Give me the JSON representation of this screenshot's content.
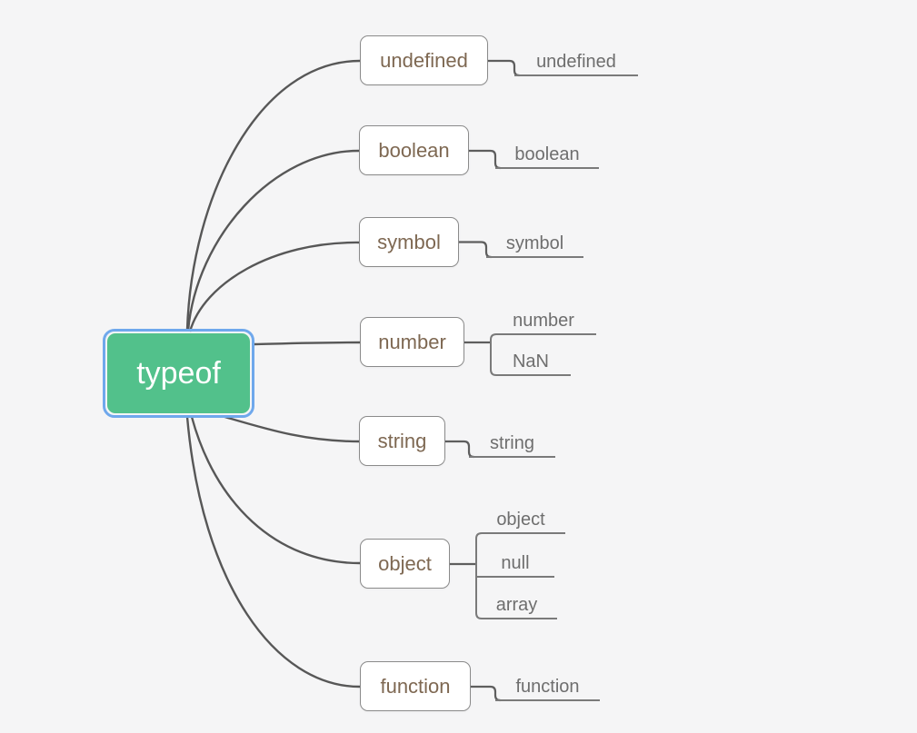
{
  "app": {
    "background_color": "#f5f5f6"
  },
  "root": {
    "label": "typeof",
    "selected": true,
    "fill_color": "#52c18b",
    "text_color": "#ffffff",
    "selection_outline_color": "#6fa8ec"
  },
  "branches": [
    {
      "label": "undefined",
      "children": [
        {
          "label": "undefined"
        }
      ]
    },
    {
      "label": "boolean",
      "children": [
        {
          "label": "boolean"
        }
      ]
    },
    {
      "label": "symbol",
      "children": [
        {
          "label": "symbol"
        }
      ]
    },
    {
      "label": "number",
      "children": [
        {
          "label": "number"
        },
        {
          "label": "NaN"
        }
      ]
    },
    {
      "label": "string",
      "children": [
        {
          "label": "string"
        }
      ]
    },
    {
      "label": "object",
      "children": [
        {
          "label": "object"
        },
        {
          "label": "null"
        },
        {
          "label": "array"
        }
      ]
    },
    {
      "label": "function",
      "children": [
        {
          "label": "function"
        }
      ]
    }
  ],
  "styles": {
    "branch_text_color": "#7e6852",
    "branch_border_color": "#8a8a8a",
    "leaf_text_color": "#6e6e6e",
    "edge_color": "#575757",
    "underline_color": "#7a7a7a"
  }
}
